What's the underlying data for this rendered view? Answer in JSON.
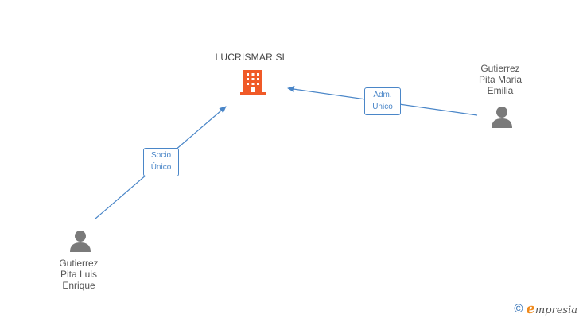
{
  "company": {
    "name": "LUCRISMAR SL",
    "icon": "building-icon",
    "color": "#f05a28"
  },
  "persons": [
    {
      "id": "maria",
      "name_lines": [
        "Gutierrez",
        "Pita Maria",
        "Emilia"
      ],
      "icon": "person-icon"
    },
    {
      "id": "luis",
      "name_lines": [
        "Gutierrez",
        "Pita Luis",
        "Enrique"
      ],
      "icon": "person-icon"
    }
  ],
  "relations": [
    {
      "from": "maria",
      "to": "company",
      "label_lines": [
        "Adm.",
        "Unico"
      ]
    },
    {
      "from": "luis",
      "to": "company",
      "label_lines": [
        "Socio",
        "Único"
      ]
    }
  ],
  "footer": {
    "copyright": "©",
    "brand_initial": "e",
    "brand_rest": "mpresia"
  },
  "colors": {
    "edge": "#4a86c8",
    "person": "#7a7a7a",
    "company": "#f05a28"
  }
}
